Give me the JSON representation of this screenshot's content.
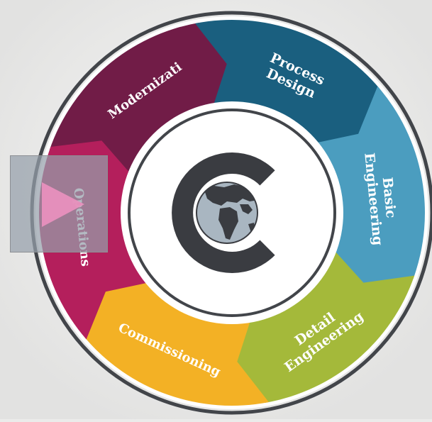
{
  "diagram": {
    "segments": [
      {
        "id": "modernization",
        "label": "Modernizati",
        "lines": [
          "Modernizati"
        ],
        "color": "#711c47"
      },
      {
        "id": "process-design",
        "label": "Process Design",
        "lines": [
          "Process",
          "Design"
        ],
        "color": "#1a5f7f"
      },
      {
        "id": "basic-engineering",
        "label": "Basic Engineering",
        "lines": [
          "Basic",
          "Engineering"
        ],
        "color": "#4b9dbf"
      },
      {
        "id": "detail-engineering",
        "label": "Detail Engineering",
        "lines": [
          "Detail",
          "Engineering"
        ],
        "color": "#a4b93a"
      },
      {
        "id": "commissioning",
        "label": "Commissioning",
        "lines": [
          "Commissioning"
        ],
        "color": "#f3b125"
      },
      {
        "id": "operations",
        "label": "Operations",
        "lines": [
          "Operations"
        ],
        "color": "#b41f5c"
      }
    ],
    "ring_color": "#42454a",
    "logo": {
      "letter_color": "#3a3c41",
      "globe_color": "#a9b6c1",
      "land_color": "#3a3c41",
      "icon": "globe-c-logo-icon"
    }
  },
  "overlay": {
    "icon": "play-icon",
    "arrow_color": "#e890bd"
  }
}
